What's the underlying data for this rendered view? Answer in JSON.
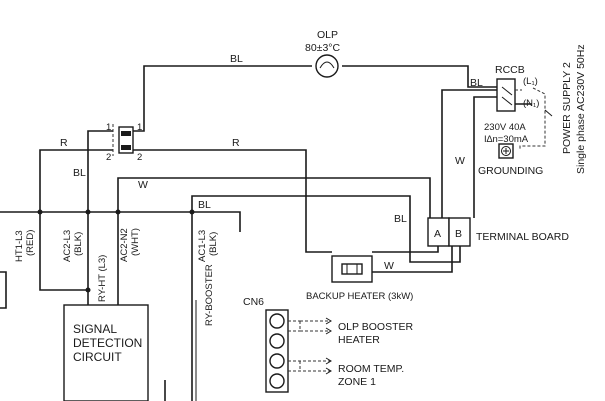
{
  "olp": {
    "name": "OLP",
    "rating": "80±3°C"
  },
  "rccb": {
    "name": "RCCB",
    "l1": "(L₁)",
    "n1": "(N₁)",
    "rating_a": "230V 40A",
    "rating_b": "I∆n=30mA"
  },
  "grounding": "GROUNDING",
  "power_supply": {
    "line1": "POWER SUPPLY 2",
    "line2": "Single phase AC230V 50Hz"
  },
  "terminal_board": {
    "label": "TERMINAL BOARD",
    "a": "A",
    "b": "B"
  },
  "backup_heater": "BACKUP HEATER (3kW)",
  "signal_detection": {
    "line1": "SIGNAL",
    "line2": "DETECTION",
    "line3": "CIRCUIT"
  },
  "wire_labels": {
    "bl": "BL",
    "r": "R",
    "w": "W"
  },
  "relay_pins": {
    "p1": "1",
    "p2": "2"
  },
  "terminals": [
    {
      "line1": "HT1-L3",
      "line2": "(RED)"
    },
    {
      "line1": "AC2-L3",
      "line2": "(BLK)"
    },
    {
      "line1": "AC2-N2",
      "line2": "(WHT)"
    },
    {
      "line1": "AC1-L3",
      "line2": "(BLK)"
    }
  ],
  "ry_ht": "RY-HT (L3)",
  "ry_booster": "RY-BOOSTER",
  "cn6": "CN6",
  "outputs": [
    {
      "line1": "OLP BOOSTER",
      "line2": "HEATER"
    },
    {
      "line1": "ROOM TEMP.",
      "line2": "ZONE 1"
    }
  ]
}
